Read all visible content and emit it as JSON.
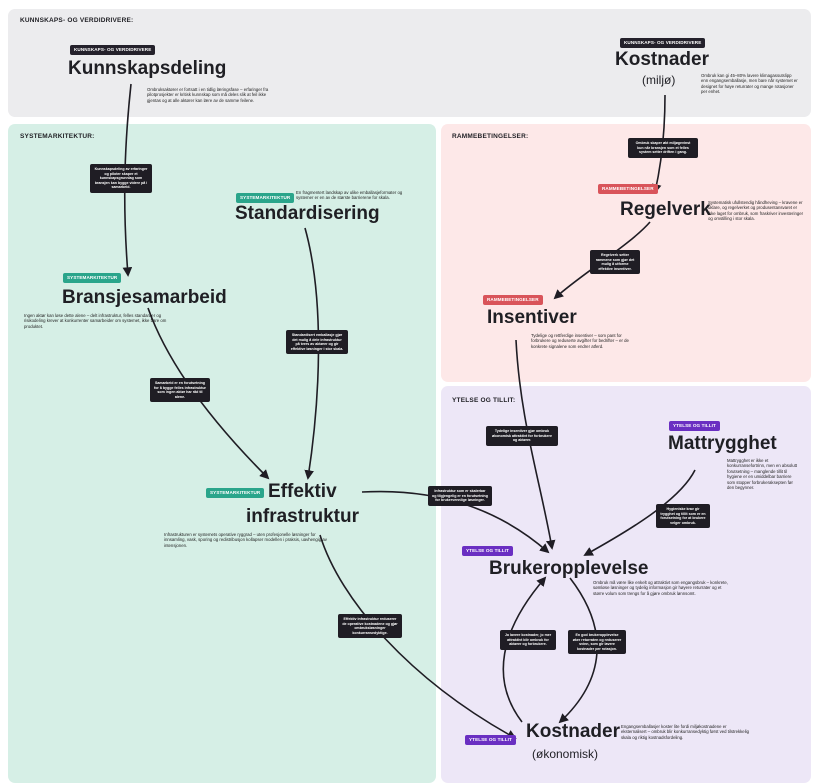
{
  "regions": {
    "top": {
      "title": "KUNNSKAPS- OG VERDIDRIVERE:",
      "color": "#ececee"
    },
    "system": {
      "title": "SYSTEMARKITEKTUR:",
      "color": "#d6efe6"
    },
    "frame": {
      "title": "RAMMEBETINGELSER:",
      "color": "#fde8e8"
    },
    "trust": {
      "title": "YTELSE OG TILLIT:",
      "color": "#ede7f7"
    }
  },
  "nodes": {
    "kunnskapsdeling": {
      "tag": "KUNNSKAPS- OG VERDIDRIVERE",
      "title": "Kunnskapsdeling",
      "desc": "Ombruksaktører er fortsatt i en tidlig læringsfase – erfaringer fra pilotprosjekter er kritisk kunnskap som må deles slik at feil ikke gjentas og at alle aktører kan lære av de samme feilene."
    },
    "kostnader_miljo": {
      "tag": "KUNNSKAPS- OG VERDIDRIVERE",
      "title": "Kostnader",
      "subtitle": "(miljø)",
      "desc": "Ombruk kan gi 45–80% lavere klimagassutslipp enn engangsemballasje, men bare når systemet er designet for høye returrater og mange rotasjoner per enhet."
    },
    "standardisering": {
      "tag": "SYSTEMARKITEKTUR",
      "title": "Standardisering",
      "desc": "En fragmentert landskap av ulike emballasjeformater og systemer er en av de største barrierene for skala."
    },
    "bransjesamarbeid": {
      "tag": "SYSTEMARKITEKTUR",
      "title": "Bransjesamarbeid",
      "desc": "Ingen aktør kan løse dette alene – delt infrastruktur, felles standarder og risikodeling krever at konkurrenter samarbeider om systemet, ikke bare om produktet."
    },
    "effektiv": {
      "tag": "SYSTEMARKITEKTUR",
      "title1": "Effektiv",
      "title2": "infrastruktur",
      "desc": "Infrastrukturen er systemets operative ryggrad – uten profesjonelle løsninger for innsamling, vask, sporing og redistribusjon kollapser modellen i praksis, uavhengig av intensjonen."
    },
    "regelverk": {
      "tag": "RAMMEBETINGELSER",
      "title": "Regelverk",
      "desc": "Systematisk ufullstendig håndheving – kravene er uklare, og regelverket og produsentansvaret er ikke laget for ombruk, som fraskriver investeringer og omstilling i stor skala."
    },
    "insentiver": {
      "tag": "RAMMEBETINGELSER",
      "title": "Insentiver",
      "desc": "Tydelige og rettferdige insentiver – som pant for forbrukere og reduserte avgifter for bedrifter – er de konkrete signalene som endrer atferd."
    },
    "mattrygghet": {
      "tag": "YTELSE OG TILLIT",
      "title": "Mattrygghet",
      "desc": "Mattrygghet er ikke et konkurransefortrinn, men en absolutt forutsetning – manglende tillit til hygiene er en umiddelbar barriere som stopper forbrukeraksepten før den begynner."
    },
    "brukeropplevelse": {
      "tag": "YTELSE OG TILLIT",
      "title": "Brukeropplevelse",
      "desc": "Ombruk må være like enkelt og attraktivt som engangsbruk – konkrete, sømløse løsninger og tydelig informasjon gir høyere returrater og et større volum som trengs for å gjøre ombruk lønnsomt."
    },
    "kostnader_okonomisk": {
      "tag": "YTELSE OG TILLIT",
      "title": "Kostnader",
      "subtitle": "(økonomisk)",
      "desc": "Engangsemballasjer koster lite fordi miljøkostnadene er eksternalisert – ombruk blir konkurransedyktig først ved tilstrekkelig skala og riktig kostnadsfordeling."
    }
  },
  "notes": {
    "n1": "Kunnskapsdeling av erfaringer og piloter skaper et kunnskapsgrunnlag som bransjen kan bygge videre på i samarbeid.",
    "n2": "Ombruk skaper økt miljøgevinst kun når bransjen som et felles system setter driften i gang.",
    "n3": "Regelverk setter rammene som gjør det mulig å utforme effektive insentiver.",
    "n4": "Standardisert emballasje gjør det mulig å dele infrastruktur på tvers av aktører og gir effektive løsninger i stor skala.",
    "n5": "Samarbeid er en forutsetning for å bygge felles infrastruktur som ingen aktør har råd til alene.",
    "n6": "Tydelige insentiver gjør ombruk økonomisk attraktivt for forbrukere og aktører.",
    "n7": "Infrastruktur som er skalerbar og tilgjengelig er en forutsetning for brukervennlige løsninger.",
    "n8": "Hygieniske krav gir trygghet og tillit som er en forutsetning for at brukere velger ombruk.",
    "n9": "Effektiv infrastruktur reduserer de operative kostnadene og gjør ombruksløsninger konkurransedyktige.",
    "n10": "Jo lavere kostnader, jo mer attraktivt blir ombruk for aktører og forbrukere.",
    "n11": "En god brukeropplevelse øker returraten og reduserer svinn, som gir lavere kostnader per rotasjon."
  },
  "colors": {
    "arrow": "#1f1d24",
    "tag_dark": "#24212b",
    "tag_green": "#2aa58b",
    "tag_red": "#d9545a",
    "tag_purple": "#6a2fc2"
  }
}
